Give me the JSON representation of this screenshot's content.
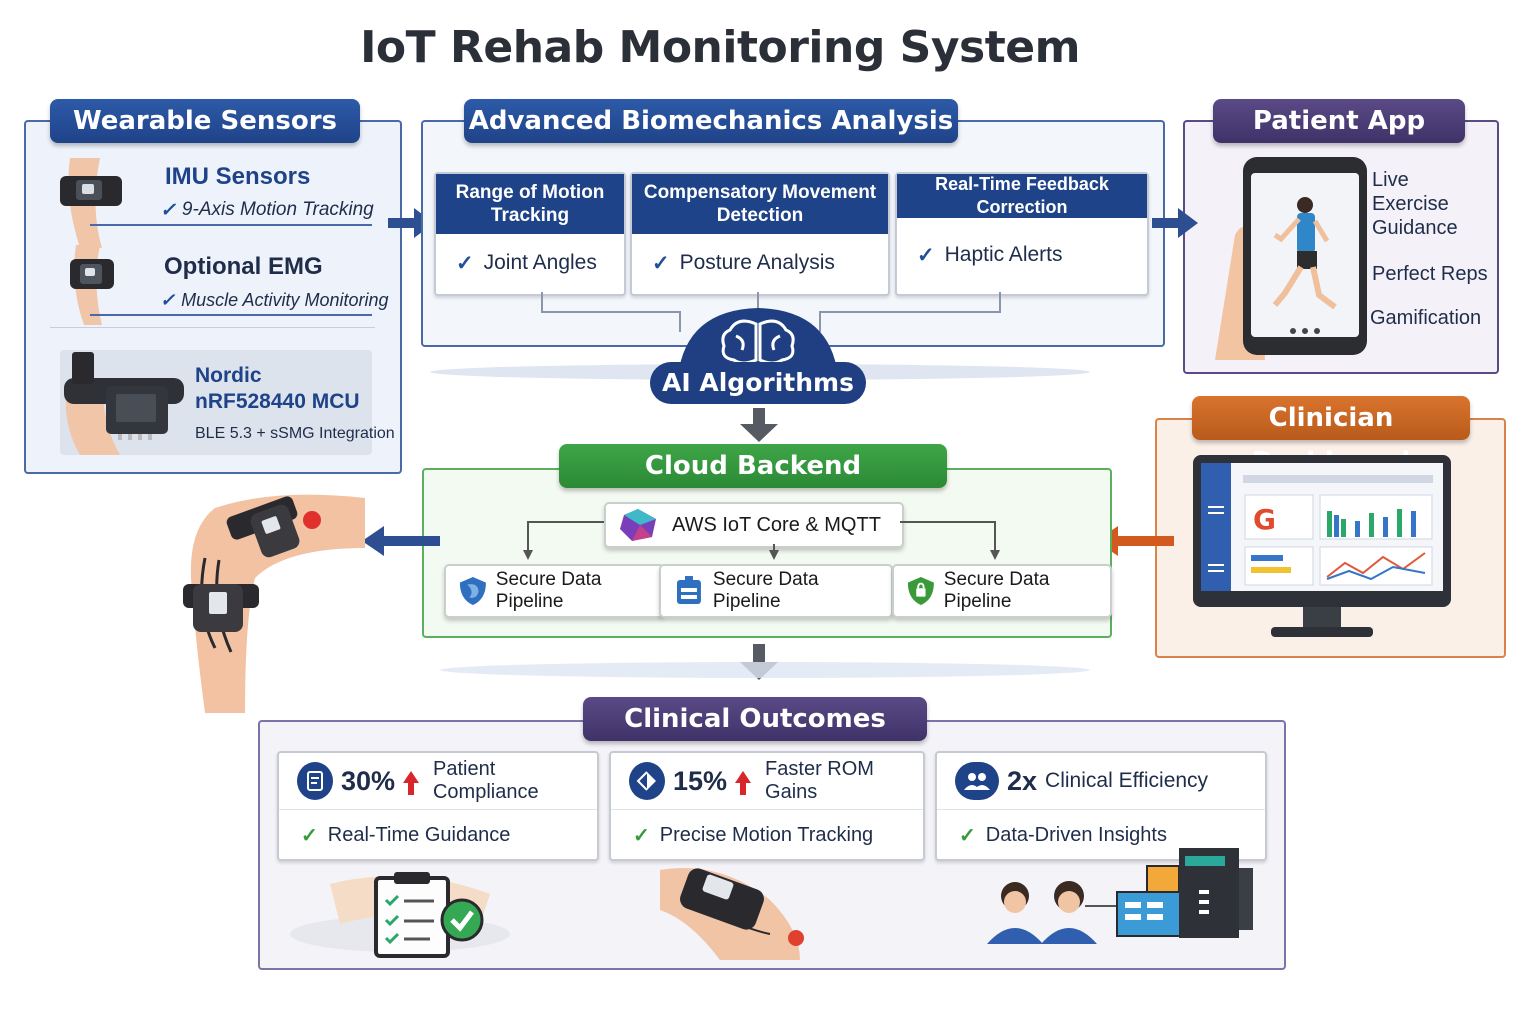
{
  "title": "IoT Rehab Monitoring System",
  "wearable": {
    "tab": "Wearable Sensors",
    "imu_title": "IMU Sensors",
    "imu_feature": "9-Axis Motion Tracking",
    "emg_title": "Optional EMG",
    "emg_feature": "Muscle Activity Monitoring",
    "mcu_line1": "Nordic",
    "mcu_line2": "nRF528440 MCU",
    "mcu_note": "BLE 5.3 + sSMG Integration"
  },
  "biomech": {
    "tab": "Advanced Biomechanics Analysis",
    "cards": [
      {
        "title": "Range of Motion Tracking",
        "item": "Joint Angles"
      },
      {
        "title": "Compensatory Movement Detection",
        "item": "Posture Analysis"
      },
      {
        "title": "Real-Time Feedback Correction",
        "item": "Haptic Alerts"
      }
    ]
  },
  "ai": {
    "label": "AI Algorithms"
  },
  "patient_app": {
    "tab": "Patient App",
    "items": [
      "Live Exercise Guidance",
      "Perfect Reps",
      "Gamification"
    ]
  },
  "clinician": {
    "tab": "Clinician Dashboard"
  },
  "cloud": {
    "tab": "Cloud Backend",
    "core": "AWS IoT Core & MQTT",
    "pipelines": [
      "Secure Data Pipeline",
      "Secure Data Pipeline",
      "Secure Data Pipeline"
    ]
  },
  "outcomes": {
    "tab": "Clinical Outcomes",
    "cards": [
      {
        "stat": "30%",
        "label": "Patient Compliance",
        "feature": "Real-Time Guidance"
      },
      {
        "stat": "15%",
        "label": "Faster ROM Gains",
        "feature": "Precise Motion Tracking"
      },
      {
        "stat": "2x",
        "label": "Clinical Efficiency",
        "feature": "Data-Driven Insights"
      }
    ]
  },
  "colors": {
    "navy": "#1f4388",
    "purple": "#4a3d78",
    "orange": "#c9651f",
    "green": "#38a04a"
  }
}
